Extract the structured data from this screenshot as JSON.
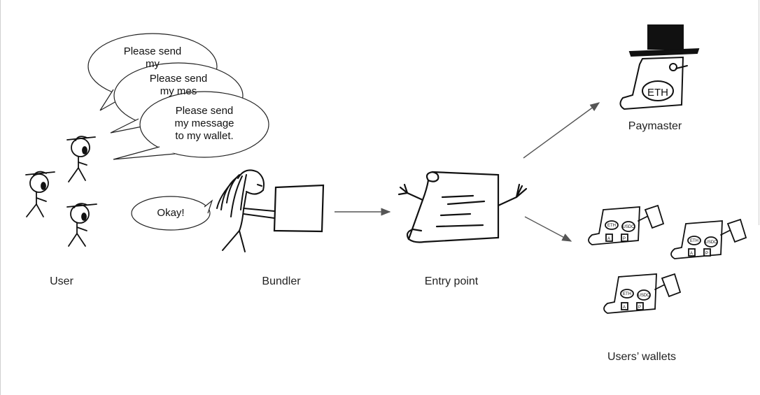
{
  "actors": {
    "user": "User",
    "bundler": "Bundler",
    "entry_point": "Entry point",
    "paymaster": "Paymaster",
    "wallets": "Users’ wallets"
  },
  "bubbles": {
    "back": [
      "Please send",
      "my"
    ],
    "middle": [
      "Please send",
      "my mes"
    ],
    "front": [
      "Please send",
      "my message",
      "to my wallet."
    ],
    "okay": "Okay!"
  },
  "doodle_text": {
    "paymaster_coin": "ETH",
    "wallet_coin": "ETH",
    "wallet_token": "USDC",
    "wallet_a": "A",
    "wallet_p": "P"
  }
}
